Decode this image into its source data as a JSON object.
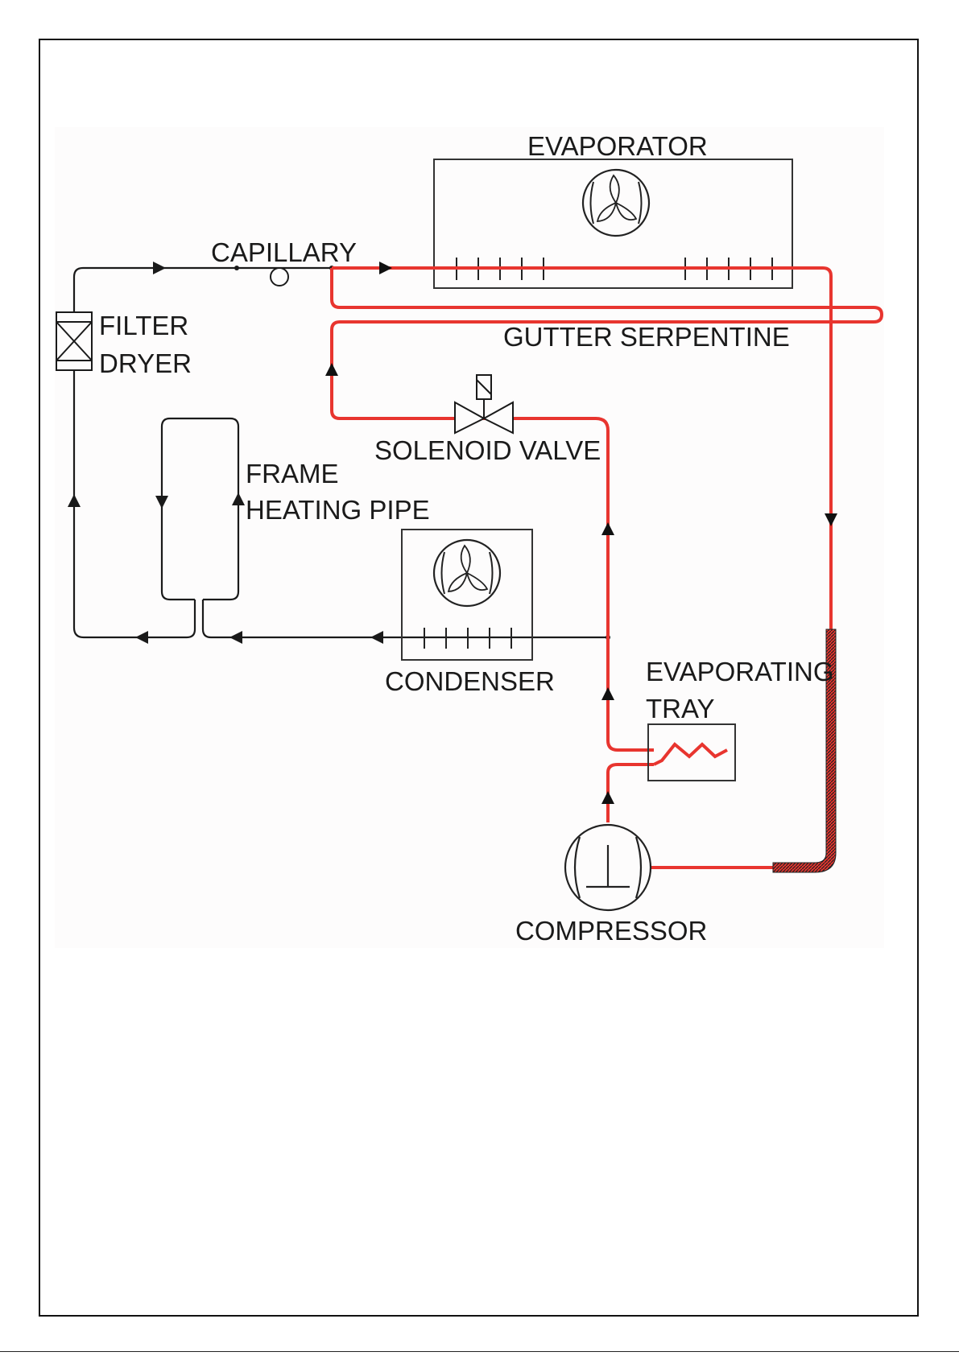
{
  "labels": {
    "evaporator": "EVAPORATOR",
    "capillary": "CAPILLARY",
    "filter": "FILTER",
    "dryer": "DRYER",
    "gutter_serpentine": "GUTTER SERPENTINE",
    "solenoid_valve": "SOLENOID VALVE",
    "frame": "FRAME",
    "heating_pipe": "HEATING PIPE",
    "condenser": "CONDENSER",
    "evaporating": "EVAPORATING",
    "tray": "TRAY",
    "compressor": "COMPRESSOR"
  },
  "colors": {
    "hot_line": "#e8352f",
    "cold_line": "#1a1a1a",
    "panel_bg": "#fdfcfc"
  }
}
